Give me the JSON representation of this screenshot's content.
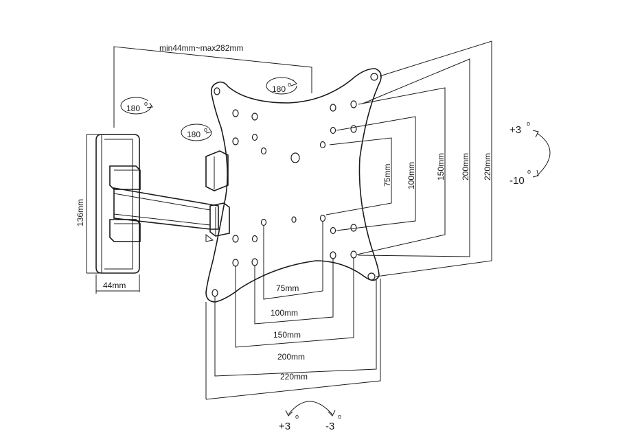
{
  "dimensions": {
    "arm_extension": "min44mm~max282mm",
    "wall_plate_height": "136mm",
    "wall_plate_depth": "44mm",
    "vertical": [
      "75mm",
      "100mm",
      "150mm",
      "200mm",
      "220mm"
    ],
    "horizontal": [
      "75mm",
      "100mm",
      "150mm",
      "200mm",
      "220mm"
    ]
  },
  "rotations": {
    "swivel_wall": "180",
    "swivel_arm": "180",
    "swivel_plate": "180"
  },
  "tilt": {
    "up": "+3",
    "down": "-10"
  },
  "level": {
    "left": "+3",
    "right": "-3"
  },
  "icons": [
    "rotation-arrow-icon",
    "tilt-arrow-icon",
    "level-arrow-icon"
  ]
}
